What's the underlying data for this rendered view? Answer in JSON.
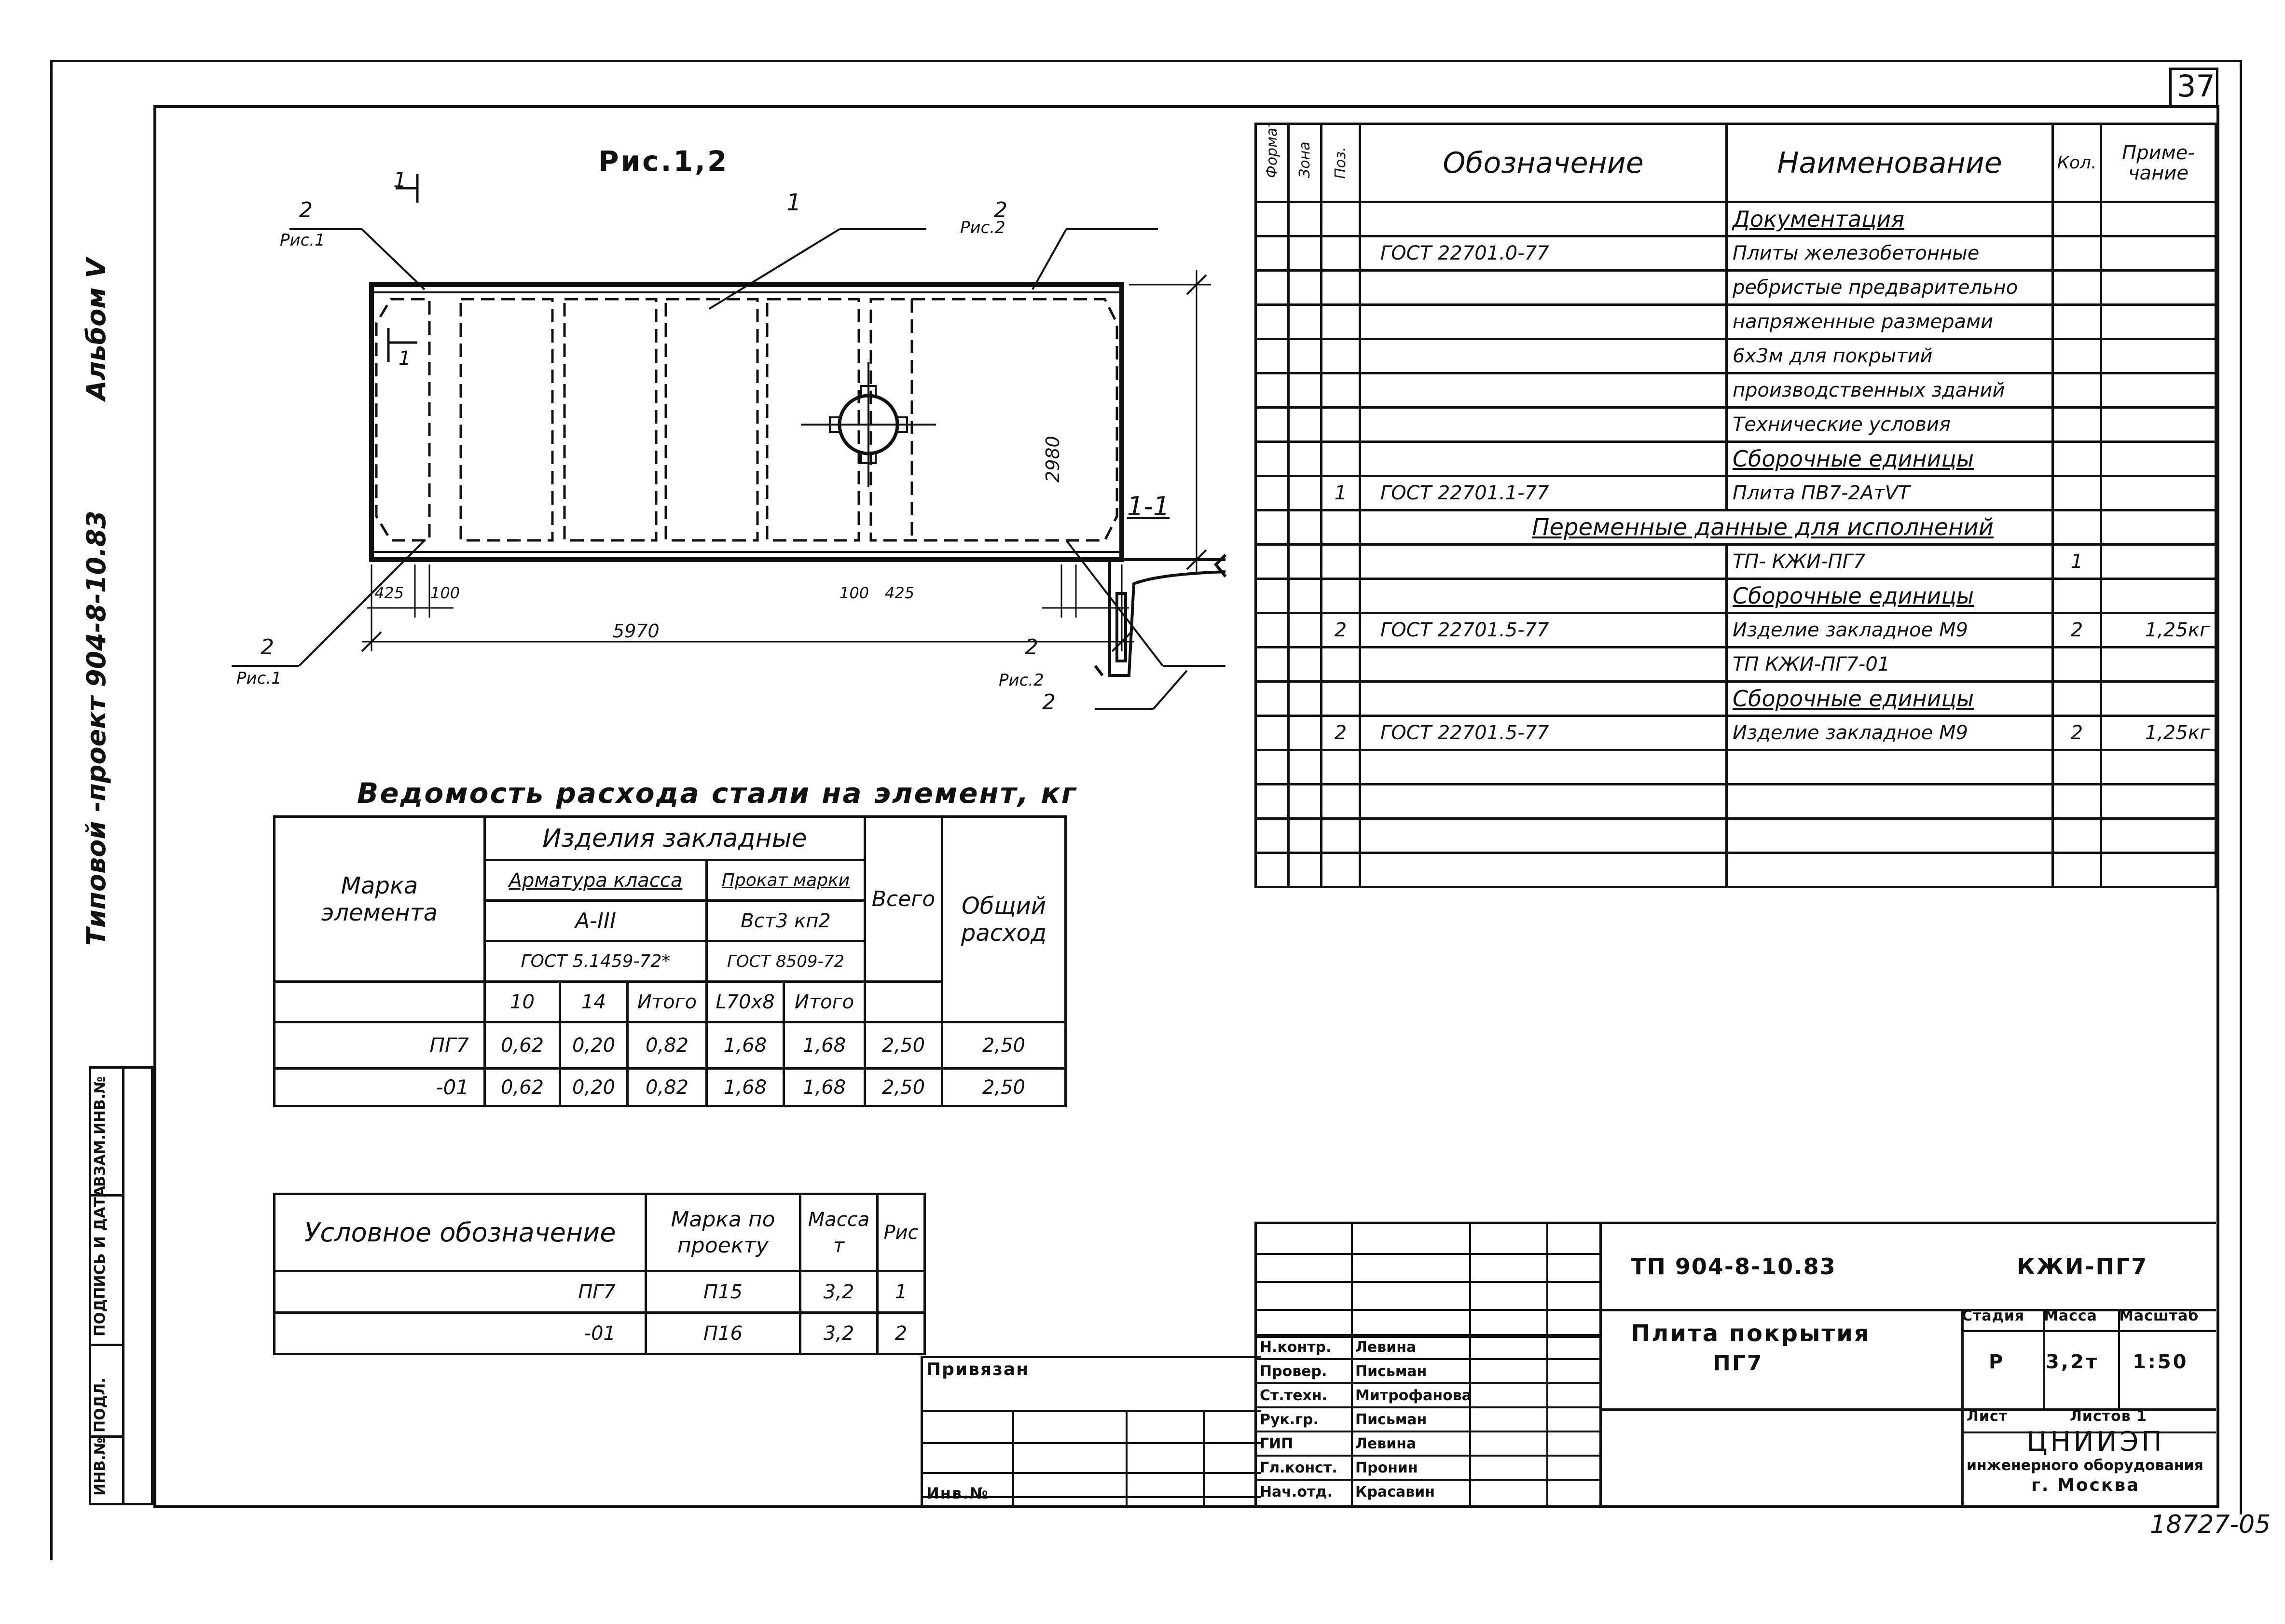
{
  "sheet_number": "37",
  "stamp_number": "18727-05",
  "left_margin": {
    "project": "Типовой -проект 904-8-10.83",
    "album": "Альбом V",
    "inv_no": "ИНВ.№ ПОДЛ.",
    "signature_date": "ПОДПИСЬ И ДАТА",
    "replace_inv": "ВЗАМ.ИНВ.№"
  },
  "drawing": {
    "fig_title": "Рис.1,2",
    "callout_1": "1",
    "callout_2_top_left": "2",
    "ref_top_left": "Рис.1",
    "callout_2_top_right": "2",
    "ref_top_right": "Рис.2",
    "callout_2_bottom_left": "2",
    "ref_bottom_left": "Рис.1",
    "callout_2_bottom_right": "2",
    "ref_bottom_right": "Рис.2",
    "section_mark": "1",
    "section_mark_bottom": "1",
    "dim_height": "2980",
    "dim_length": "5970",
    "dim_l1": "425",
    "dim_l2": "100",
    "dim_r1": "100",
    "dim_r2": "425",
    "section_title": "1-1",
    "section_callout": "2"
  },
  "spec_table": {
    "headers": [
      "Формат",
      "Зона",
      "Поз.",
      "Обозначение",
      "Наименование",
      "Кол.",
      "Приме-чание"
    ],
    "rows": [
      {
        "pos": "",
        "designation": "",
        "name": "Документация",
        "qty": "",
        "note": "",
        "underline": true
      },
      {
        "pos": "",
        "designation": "ГОСТ 22701.0-77",
        "name": "Плиты железобетонные",
        "qty": "",
        "note": ""
      },
      {
        "pos": "",
        "designation": "",
        "name": "ребристые предварительно",
        "qty": "",
        "note": ""
      },
      {
        "pos": "",
        "designation": "",
        "name": "напряженные размерами",
        "qty": "",
        "note": ""
      },
      {
        "pos": "",
        "designation": "",
        "name": "6х3м для покрытий",
        "qty": "",
        "note": ""
      },
      {
        "pos": "",
        "designation": "",
        "name": "производственных зданий",
        "qty": "",
        "note": ""
      },
      {
        "pos": "",
        "designation": "",
        "name": "Технические условия",
        "qty": "",
        "note": ""
      },
      {
        "pos": "",
        "designation": "",
        "name": "Сборочные единицы",
        "qty": "",
        "note": "",
        "underline": true
      },
      {
        "pos": "1",
        "designation": "ГОСТ 22701.1-77",
        "name": "Плита ПВ7-2АтVТ",
        "qty": "",
        "note": ""
      },
      {
        "pos": "",
        "designation": "",
        "name": "",
        "qty": "",
        "note": "",
        "span": "Переменные данные для исполнений"
      },
      {
        "pos": "",
        "designation": "",
        "name": "ТП-        КЖИ-ПГ7",
        "qty": "1",
        "note": ""
      },
      {
        "pos": "",
        "designation": "",
        "name": "Сборочные единицы",
        "qty": "",
        "note": "",
        "underline": true
      },
      {
        "pos": "2",
        "designation": "ГОСТ 22701.5-77",
        "name": "Изделие закладное М9",
        "qty": "2",
        "note": "1,25кг"
      },
      {
        "pos": "",
        "designation": "",
        "name": "ТП        КЖИ-ПГ7-01",
        "qty": "",
        "note": ""
      },
      {
        "pos": "",
        "designation": "",
        "name": "Сборочные единицы",
        "qty": "",
        "note": "",
        "underline": true
      },
      {
        "pos": "2",
        "designation": "ГОСТ 22701.5-77",
        "name": "Изделие закладное М9",
        "qty": "2",
        "note": "1,25кг"
      },
      {
        "pos": "",
        "designation": "",
        "name": "",
        "qty": "",
        "note": ""
      },
      {
        "pos": "",
        "designation": "",
        "name": "",
        "qty": "",
        "note": ""
      },
      {
        "pos": "",
        "designation": "",
        "name": "",
        "qty": "",
        "note": ""
      },
      {
        "pos": "",
        "designation": "",
        "name": "",
        "qty": "",
        "note": ""
      }
    ]
  },
  "steel_table": {
    "title": "Ведомость расхода стали на элемент, кг",
    "h_mark": "Марка элемента",
    "h_embedded": "Изделия закладные",
    "h_rebar_class": "Арматура класса",
    "h_rolled": "Прокат марки",
    "h_rebar_grade": "А-III",
    "h_rolled_grade": "Вст3 кп2",
    "h_gost_rebar": "ГОСТ 5.1459-72*",
    "h_gost_rolled": "ГОСТ 8509-72",
    "h_total": "Всего",
    "h_overall": "Общий расход",
    "sub": [
      "10",
      "14",
      "Итого",
      "L70х8",
      "Итого"
    ],
    "rows": [
      {
        "mark": "ПГ7",
        "v": [
          "0,62",
          "0,20",
          "0,82",
          "1,68",
          "1,68",
          "2,50",
          "2,50"
        ]
      },
      {
        "mark": "-01",
        "v": [
          "0,62",
          "0,20",
          "0,82",
          "1,68",
          "1,68",
          "2,50",
          "2,50"
        ]
      }
    ]
  },
  "cond_table": {
    "h_symbol": "Условное обозначение",
    "h_mark": "Марка по проекту",
    "h_mass": "Масса т",
    "h_fig": "Рис",
    "rows": [
      {
        "symbol": "ПГ7",
        "mark": "П15",
        "mass": "3,2",
        "fig": "1"
      },
      {
        "symbol": "-01",
        "mark": "П16",
        "mass": "3,2",
        "fig": "2"
      }
    ]
  },
  "tie_block": {
    "privyazan": "Привязан",
    "inv_no": "Инв.№"
  },
  "title_block": {
    "code": "ТП 904-8-10.83",
    "sheet_code": "КЖИ-ПГ7",
    "title_line1": "Плита покрытия",
    "title_line2": "ПГ7",
    "stage_h": "Стадия",
    "mass_h": "Масса",
    "scale_h": "Масштаб",
    "stage": "Р",
    "mass": "3,2т",
    "scale": "1:50",
    "sheet_h": "Лист",
    "sheets_h": "Листов 1",
    "org": "ЦНИИЭП",
    "org_line2": "инженерного оборудования",
    "org_line3": "г. Москва",
    "roles": [
      {
        "role": "Н.контр.",
        "name": "Левина"
      },
      {
        "role": "Провер.",
        "name": "Письман"
      },
      {
        "role": "Ст.техн.",
        "name": "Митрофанова"
      },
      {
        "role": "Рук.гр.",
        "name": "Письман"
      },
      {
        "role": "ГИП",
        "name": "Левина"
      },
      {
        "role": "Гл.конст.",
        "name": "Пронин"
      },
      {
        "role": "Нач.отд.",
        "name": "Красавин"
      }
    ]
  }
}
